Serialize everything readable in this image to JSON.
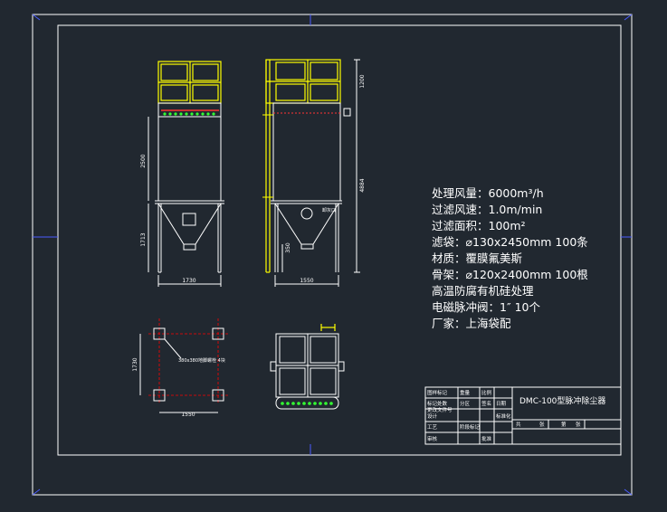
{
  "colors": {
    "background": "#212830",
    "frame": "#ffffff",
    "yellow": "#ffff00",
    "red": "#ff0000",
    "blue": "#4a5cff",
    "green": "#33ff33",
    "text": "#ffffff"
  },
  "specs": [
    "处理风量：6000m³/h",
    "过滤风速：1.0m/min",
    "过滤面积：100m²",
    "滤袋：⌀130x2450mm  100条",
    "材质：覆膜氟美斯",
    "骨架：⌀120x2400mm  100根",
    "高温防腐有机硅处理",
    "电磁脉冲阀：1″  10个",
    "厂家：上海袋配"
  ],
  "front_view": {
    "dim_height_upper": "2500",
    "dim_height_lower": "1713",
    "dim_width": "1730"
  },
  "side_view": {
    "dim_top": "1200",
    "dim_total": "4884",
    "dim_outlet": "350",
    "dim_width": "1550",
    "hopper_label": "卸灰口"
  },
  "plan_view": {
    "dim_vertical": "1730",
    "dim_horizontal": "1550",
    "note": "380x380地脚螺栓 4块"
  },
  "title_block": {
    "title": "DMC-100型脉冲除尘器",
    "cells": [
      "图样标记",
      "重量",
      "比例",
      "标记处数",
      "分区",
      "更改文件号",
      "签名",
      "日期",
      "设计",
      "标准化",
      "工艺",
      "阶段标记",
      "审核",
      "批准",
      "共",
      "张",
      "第",
      "张"
    ]
  }
}
